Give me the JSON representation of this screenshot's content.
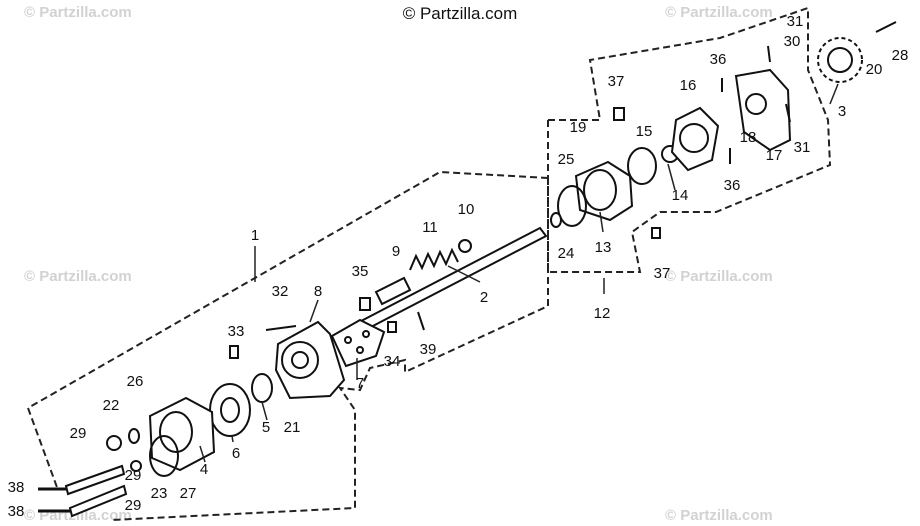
{
  "copyright": "© Partzilla.com",
  "watermark": "© Partzilla.com",
  "callouts": [
    "1",
    "2",
    "3",
    "4",
    "5",
    "6",
    "7",
    "8",
    "9",
    "10",
    "11",
    "12",
    "13",
    "14",
    "15",
    "16",
    "17",
    "18",
    "19",
    "20",
    "21",
    "22",
    "23",
    "24",
    "25",
    "26",
    "27",
    "28",
    "29",
    "30",
    "31",
    "32",
    "33",
    "34",
    "35",
    "36",
    "37",
    "38",
    "39"
  ],
  "assembly_labels": {
    "oil_pump_assembly": "1",
    "sub_assembly": "12"
  }
}
